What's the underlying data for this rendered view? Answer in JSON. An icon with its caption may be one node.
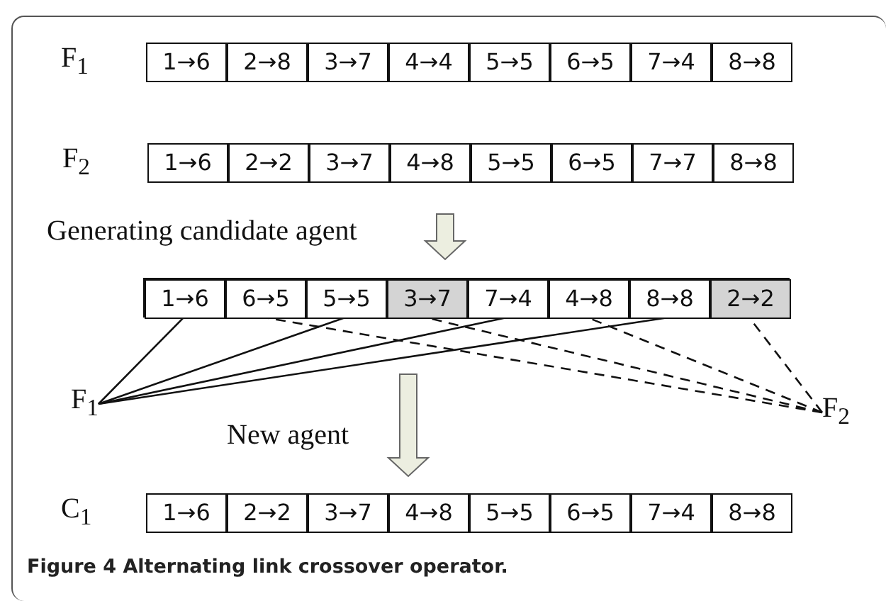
{
  "diagram": {
    "caption": "Figure 4 Alternating link crossover operator.",
    "nodes": [
      {
        "text": [
          "F$_{1}$"
        ]
      },
      {
        "text": [
          "1→6"
        ],
        "in": 0
      },
      {
        "text": [
          "2→8"
        ],
        "in": 0
      },
      {
        "text": [
          "3→7"
        ],
        "in": 0
      },
      {
        "text": [
          "4→4"
        ],
        "in": 0
      },
      {
        "text": [
          "5→5"
        ],
        "in": 0
      },
      {
        "text": [
          "6→5"
        ],
        "in": 0
      },
      {
        "text": [
          "7→4"
        ],
        "in": 0
      },
      {
        "text": [
          "8→8"
        ],
        "in": 0
      },
      {
        "text": [
          "F$_{2}$"
        ]
      },
      {
        "text": [
          "1→6"
        ],
        "in": 9
      },
      {
        "text": [
          "2→2"
        ],
        "in": 9
      },
      {
        "text": [
          "3→7"
        ],
        "in": 9
      },
      {
        "text": [
          "4→8"
        ],
        "in": 9
      },
      {
        "text": [
          "5→5"
        ],
        "in": 9
      },
      {
        "text": [
          "6→5"
        ],
        "in": 9
      },
      {
        "text": [
          "7→7"
        ],
        "in": 9
      },
      {
        "text": [
          "8→8"
        ],
        "in": 9
      },
      {
        "text": [],
        "shape": "box"
      },
      {
        "text": [
          "1→6"
        ],
        "in": 18
      },
      {
        "text": [
          "6→5"
        ],
        "in": 18
      },
      {
        "text": [
          "5→5"
        ],
        "in": 18
      },
      {
        "text": [
          "3→7"
        ],
        "in": 18
      },
      {
        "text": [
          "7→4"
        ],
        "in": 18
      },
      {
        "text": [
          "4→8"
        ],
        "in": 18
      },
      {
        "text": [
          "8→8"
        ],
        "in": 18
      },
      {
        "text": [
          "2→2"
        ],
        "in": 18
      },
      {
        "text": [
          "F$_{1}$"
        ]
      },
      {
        "text": [
          "F$_{2}$"
        ]
      },
      {
        "text": [
          "C$_{1}$"
        ]
      },
      {
        "text": [
          "1→6"
        ],
        "in": 29
      },
      {
        "text": [
          "2→2"
        ],
        "in": 29
      },
      {
        "text": [
          "3→7"
        ],
        "in": 29
      },
      {
        "text": [
          "4→8"
        ],
        "in": 29
      },
      {
        "text": [
          "5→5"
        ],
        "in": 29
      },
      {
        "text": [
          "6→5"
        ],
        "in": 29
      },
      {
        "text": [
          "7→4"
        ],
        "in": 29
      },
      {
        "text": [
          "8→8"
        ],
        "in": 29
      }
    ],
    "edges": [
      {
        "from": 9,
        "to": 18,
        "arrow": "to",
        "label": "Generating candidate agent"
      },
      {
        "from": 27,
        "to": 19,
        "arrow": "none"
      },
      {
        "from": 27,
        "to": 21,
        "arrow": "none"
      },
      {
        "from": 27,
        "to": 23,
        "arrow": "none"
      },
      {
        "from": 27,
        "to": 25,
        "arrow": "none"
      },
      {
        "from": 28,
        "to": 20,
        "arrow": "none",
        "style": "dashed"
      },
      {
        "from": 28,
        "to": 22,
        "arrow": "none",
        "style": "dashed"
      },
      {
        "from": 28,
        "to": 24,
        "arrow": "none",
        "style": "dashed"
      },
      {
        "from": 28,
        "to": 26,
        "arrow": "none",
        "style": "dashed"
      },
      {
        "from": 18,
        "to": 29,
        "arrow": "to",
        "label": "New agent"
      }
    ]
  }
}
